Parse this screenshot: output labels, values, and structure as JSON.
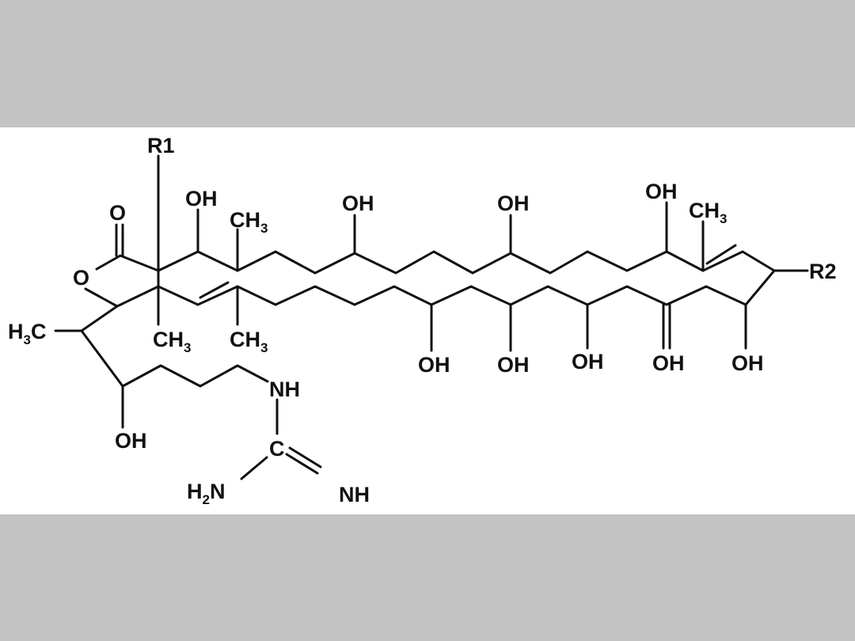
{
  "diagram": {
    "type": "chemical-structure",
    "background_color": "#c3c3c3",
    "panel_color": "#ffffff",
    "substituents": {
      "r1": "R1",
      "r2": "R2"
    },
    "labels": {
      "carbonyl_o": "O",
      "ring_o": "O",
      "top_oh_1": "OH",
      "top_ch3_1": "CH",
      "top_ch3_1_sub": "3",
      "top_oh_2": "OH",
      "top_oh_3": "OH",
      "top_oh_4": "OH",
      "top_ch3_2": "CH",
      "top_ch3_2_sub": "3",
      "left_h3c_h": "H",
      "left_h3c_sub": "3",
      "left_h3c_c": "C",
      "mid_ch3_1": "CH",
      "mid_ch3_1_sub": "3",
      "mid_ch3_2": "CH",
      "mid_ch3_2_sub": "3",
      "bottom_oh_1": "OH",
      "bottom_oh_2": "OH",
      "bottom_oh_3": "OH",
      "bottom_oh_4": "OH",
      "bottom_oh_5": "OH",
      "side_oh": "OH",
      "nh_1": "NH",
      "guanidine_c": "C",
      "h2n_h": "H",
      "h2n_sub": "2",
      "h2n_n": "N",
      "nh_2": "NH"
    }
  }
}
